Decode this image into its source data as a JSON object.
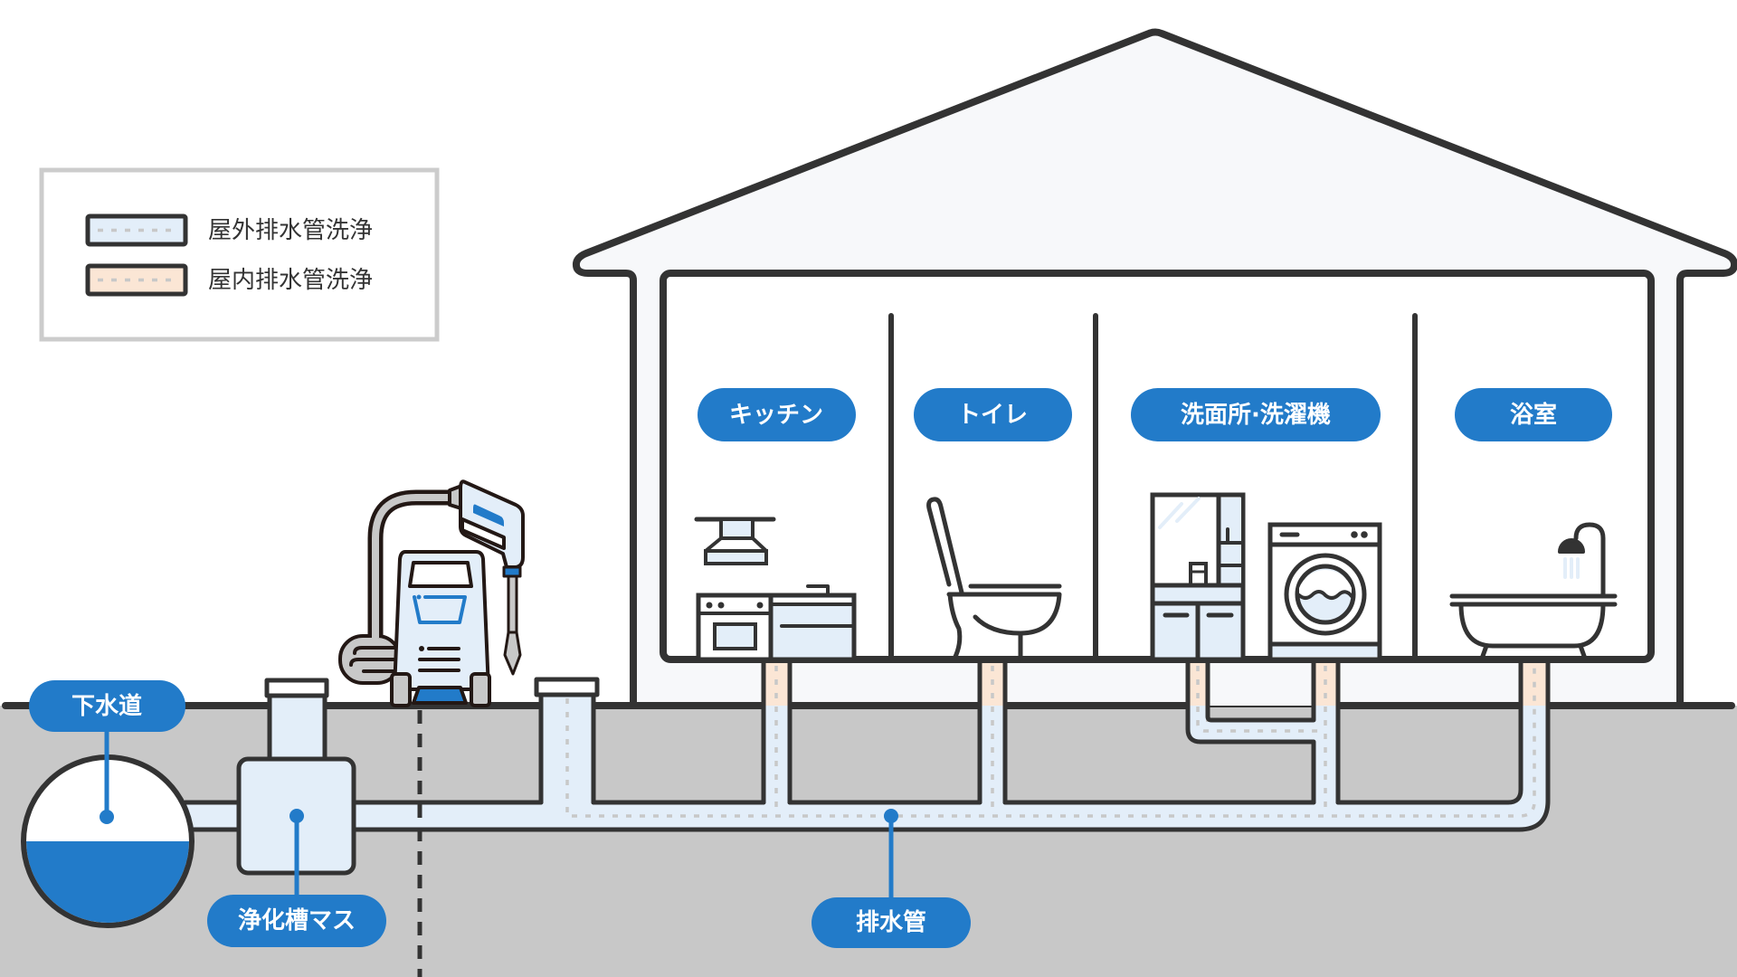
{
  "legend": {
    "items": [
      {
        "label": "屋外排水管洗浄",
        "kind": "outdoor-pipe-cleaning",
        "color": "#e3eef9"
      },
      {
        "label": "屋内排水管洗浄",
        "kind": "indoor-pipe-cleaning",
        "color": "#fbe6d5"
      }
    ]
  },
  "rooms": [
    {
      "label": "キッチン",
      "fixture": "kitchen-icon"
    },
    {
      "label": "トイレ",
      "fixture": "toilet-icon"
    },
    {
      "label": "洗面所·洗濯機",
      "fixture": "washroom-washing-machine-icon"
    },
    {
      "label": "浴室",
      "fixture": "bathtub-icon"
    }
  ],
  "callouts": {
    "sewer": "下水道",
    "septic": "浄化槽マス",
    "drain": "排水管"
  },
  "equipment": {
    "pressure_washer": "pressure-washer-icon"
  },
  "sewer": {
    "water_fill": 0.5
  },
  "colors": {
    "accent": "#227bc9",
    "outdoor_pipe": "#e3eef9",
    "indoor_pipe": "#fbe6d5",
    "ground": "#c8c8c8",
    "house": "#f7f8fa",
    "outline": "#333333"
  }
}
